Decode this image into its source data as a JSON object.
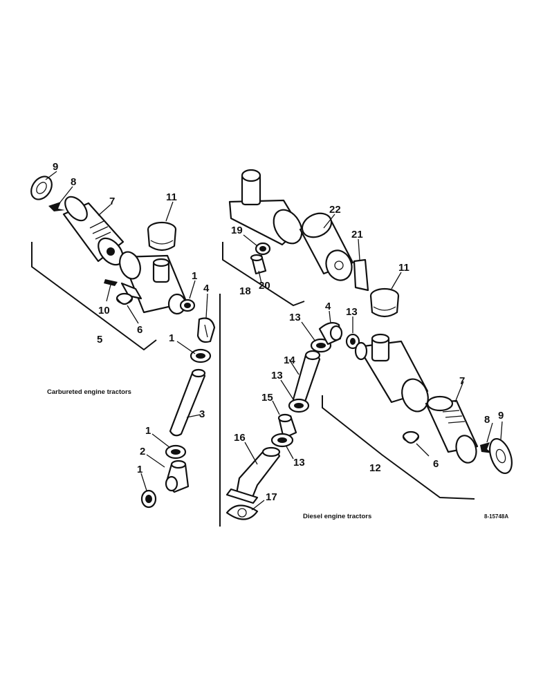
{
  "captions": {
    "carbureted": "Carbureted engine tractors",
    "diesel": "Diesel engine tractors",
    "figure_number": "8-15748A"
  },
  "callouts": {
    "c_9a": "9",
    "c_8a": "8",
    "c_7a": "7",
    "c_11a": "11",
    "c_1a": "1",
    "c_4a": "4",
    "c_10": "10",
    "c_6a": "6",
    "c_5": "5",
    "c_1b": "1",
    "c_3": "3",
    "c_1c": "1",
    "c_2": "2",
    "c_1d": "1",
    "c_22": "22",
    "c_19": "19",
    "c_21": "21",
    "c_18": "18",
    "c_20": "20",
    "c_11b": "11",
    "c_13a": "13",
    "c_4b": "4",
    "c_13b": "13",
    "c_14": "14",
    "c_13c": "13",
    "c_15": "15",
    "c_16": "16",
    "c_13d": "13",
    "c_17": "17",
    "c_7b": "7",
    "c_8b": "8",
    "c_9b": "9",
    "c_6b": "6",
    "c_12": "12"
  }
}
